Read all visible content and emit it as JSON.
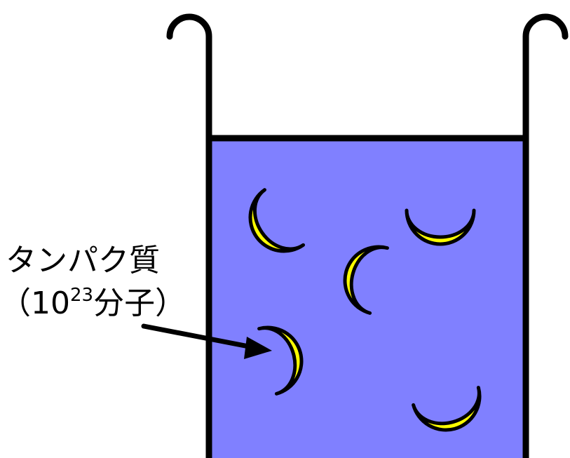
{
  "label": {
    "line1": "タンパク質",
    "line2_open": "（10",
    "line2_sup": "23",
    "line2_close": "分子）"
  },
  "colors": {
    "liquid": "#8080ff",
    "molecule_fill": "#ffff00",
    "outline": "#000000",
    "background": "#ffffff"
  }
}
